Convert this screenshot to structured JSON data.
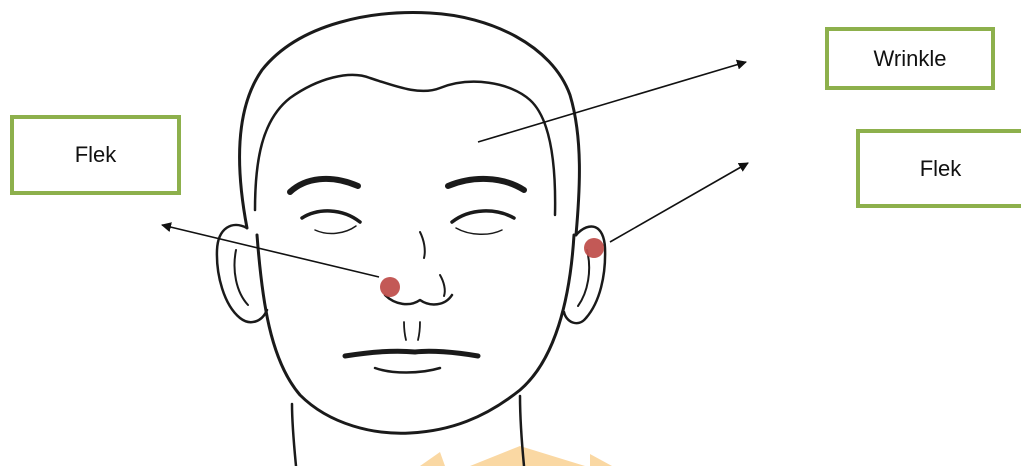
{
  "labels": {
    "flek_left": "Flek",
    "wrinkle": "Wrinkle",
    "flek_right": "Flek"
  },
  "colors": {
    "box_border": "#8db04c",
    "spot": "#c0504d",
    "line": "#111111",
    "face_stroke": "#1a1a1a"
  },
  "banner": {
    "color": "#f6b24a"
  }
}
